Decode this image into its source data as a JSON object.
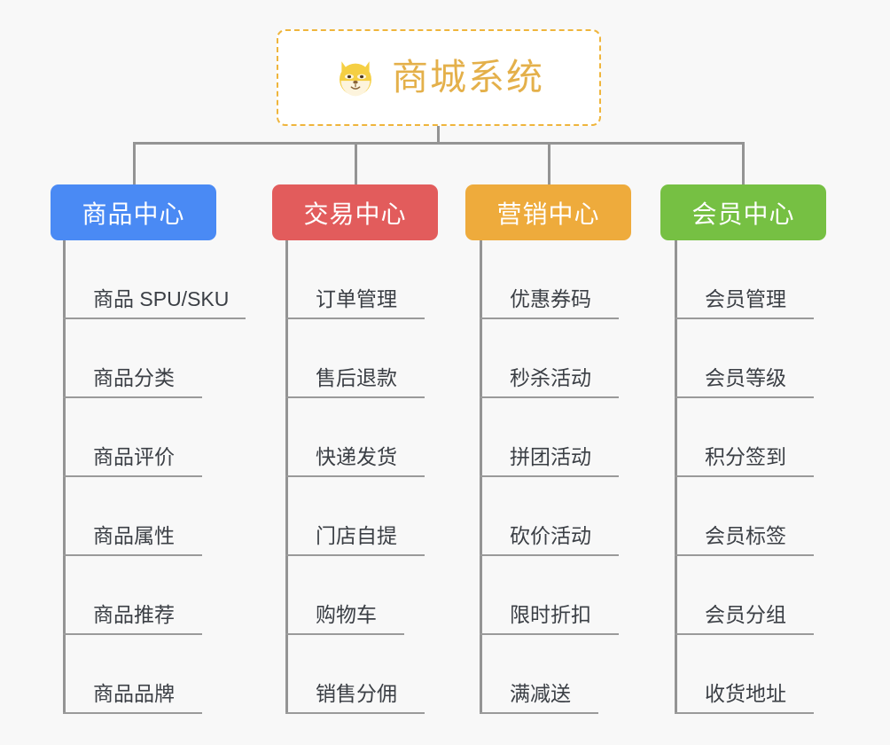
{
  "diagram": {
    "type": "mind-map",
    "title": "商城系统",
    "root": {
      "label": "商城系统",
      "icon": "shiba-dog-face-emoji",
      "text_color": "#e4b04a",
      "border_color": "#efb53c",
      "background": "#ffffff"
    },
    "page_background": "#f8f8f8",
    "connector_color": "#949494",
    "branches": [
      {
        "label": "商品中心",
        "color": "#4a8af4",
        "items": [
          "商品 SPU/SKU",
          "商品分类",
          "商品评价",
          "商品属性",
          "商品推荐",
          "商品品牌"
        ]
      },
      {
        "label": "交易中心",
        "color": "#e25c5c",
        "items": [
          "订单管理",
          "售后退款",
          "快递发货",
          "门店自提",
          "购物车",
          "销售分佣"
        ]
      },
      {
        "label": "营销中心",
        "color": "#eeab3c",
        "items": [
          "优惠券码",
          "秒杀活动",
          "拼团活动",
          "砍价活动",
          "限时折扣",
          "满减送"
        ]
      },
      {
        "label": "会员中心",
        "color": "#76c043",
        "items": [
          "会员管理",
          "会员等级",
          "积分签到",
          "会员标签",
          "会员分组",
          "收货地址"
        ]
      }
    ]
  }
}
